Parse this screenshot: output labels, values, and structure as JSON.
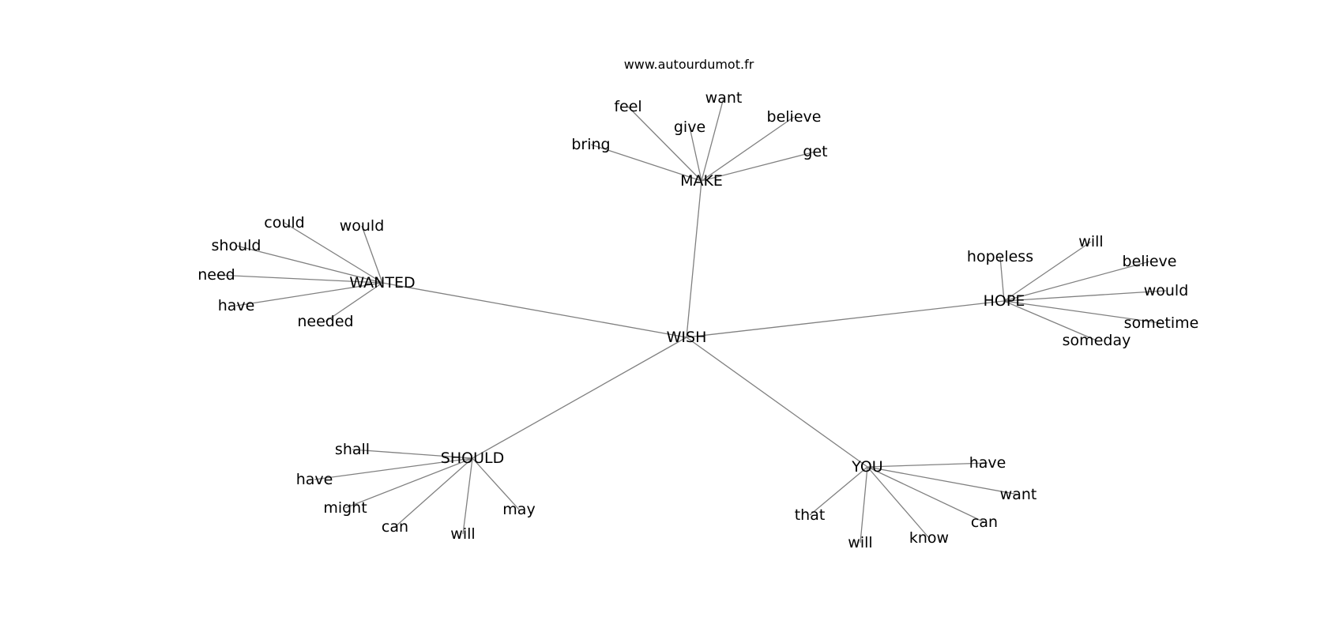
{
  "site": "www.autourdumot.fr",
  "center": "WISH",
  "clusters": [
    {
      "word": "MAKE",
      "related": [
        "bring",
        "feel",
        "give",
        "want",
        "believe",
        "get"
      ]
    },
    {
      "word": "WANTED",
      "related": [
        "could",
        "would",
        "should",
        "need",
        "have",
        "needed"
      ]
    },
    {
      "word": "HOPE",
      "related": [
        "hopeless",
        "will",
        "believe",
        "would",
        "sometime",
        "someday"
      ]
    },
    {
      "word": "SHOULD",
      "related": [
        "shall",
        "have",
        "might",
        "can",
        "will",
        "may"
      ]
    },
    {
      "word": "YOU",
      "related": [
        "have",
        "want",
        "can",
        "know",
        "will",
        "that"
      ]
    }
  ],
  "colors": {
    "edge": "#808080",
    "text": "#000000",
    "background": "#ffffff"
  }
}
